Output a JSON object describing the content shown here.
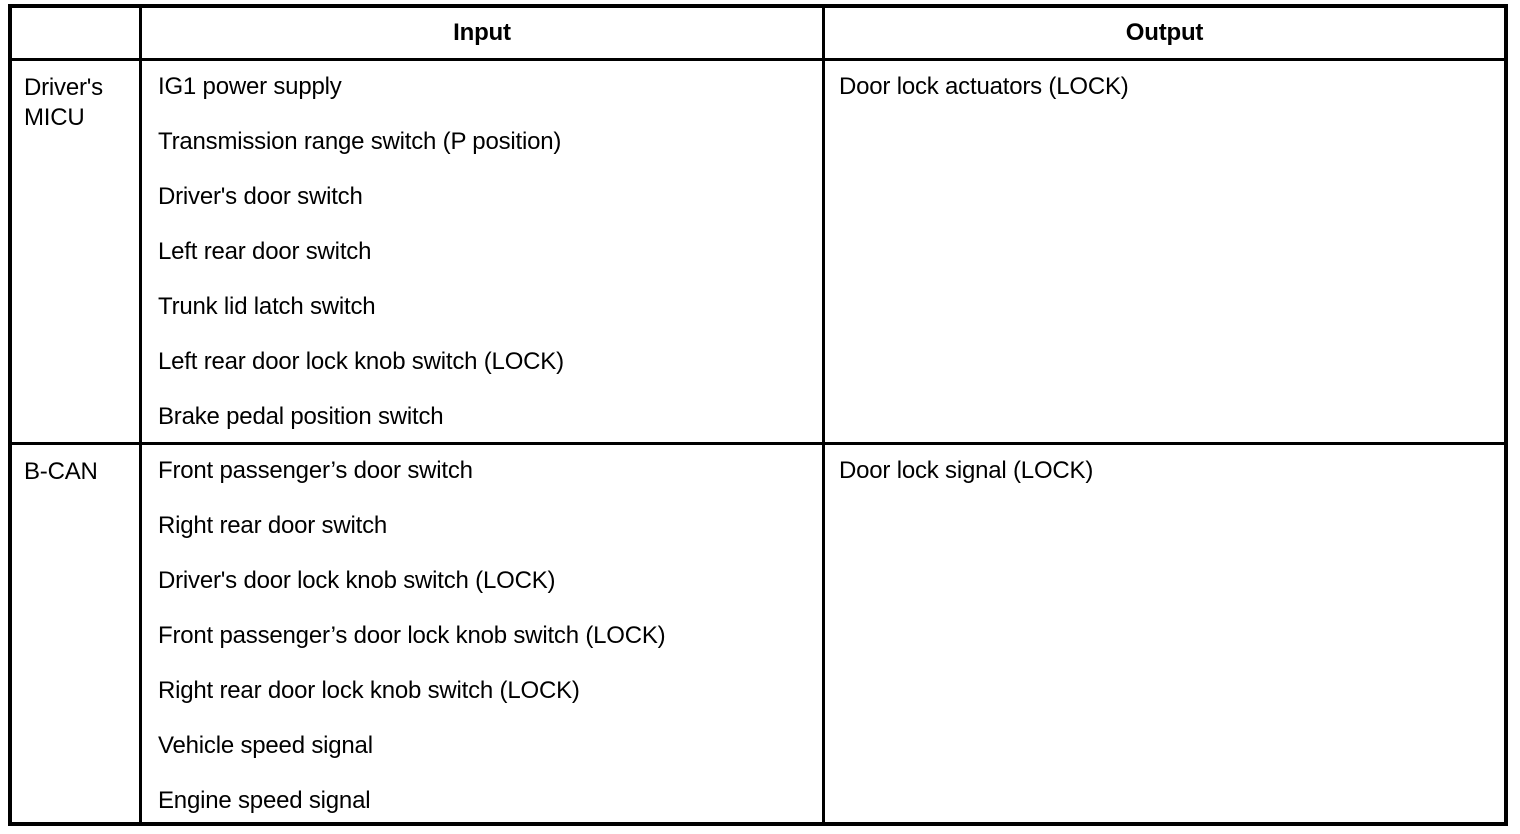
{
  "table": {
    "headers": {
      "corner": "",
      "input": "Input",
      "output": "Output"
    },
    "sections": [
      {
        "group": "Driver's\nMICU",
        "inputs": [
          "IG1 power supply",
          "Transmission range switch (P position)",
          "Driver's door switch",
          "Left rear door switch",
          "Trunk lid latch switch",
          "Left rear door lock knob switch (LOCK)",
          "Brake pedal position switch"
        ],
        "outputs": [
          "Door lock actuators (LOCK)"
        ]
      },
      {
        "group": "B-CAN",
        "inputs": [
          "Front passenger’s door switch",
          "Right rear door switch",
          "Driver's door lock knob switch (LOCK)",
          "Front passenger’s door lock knob switch (LOCK)",
          "Right rear door lock knob switch (LOCK)",
          "Vehicle speed signal",
          "Engine speed signal"
        ],
        "outputs": [
          "Door lock signal (LOCK)"
        ]
      }
    ]
  },
  "colors": {
    "border": "#000000",
    "text": "#000000",
    "background": "#ffffff"
  }
}
